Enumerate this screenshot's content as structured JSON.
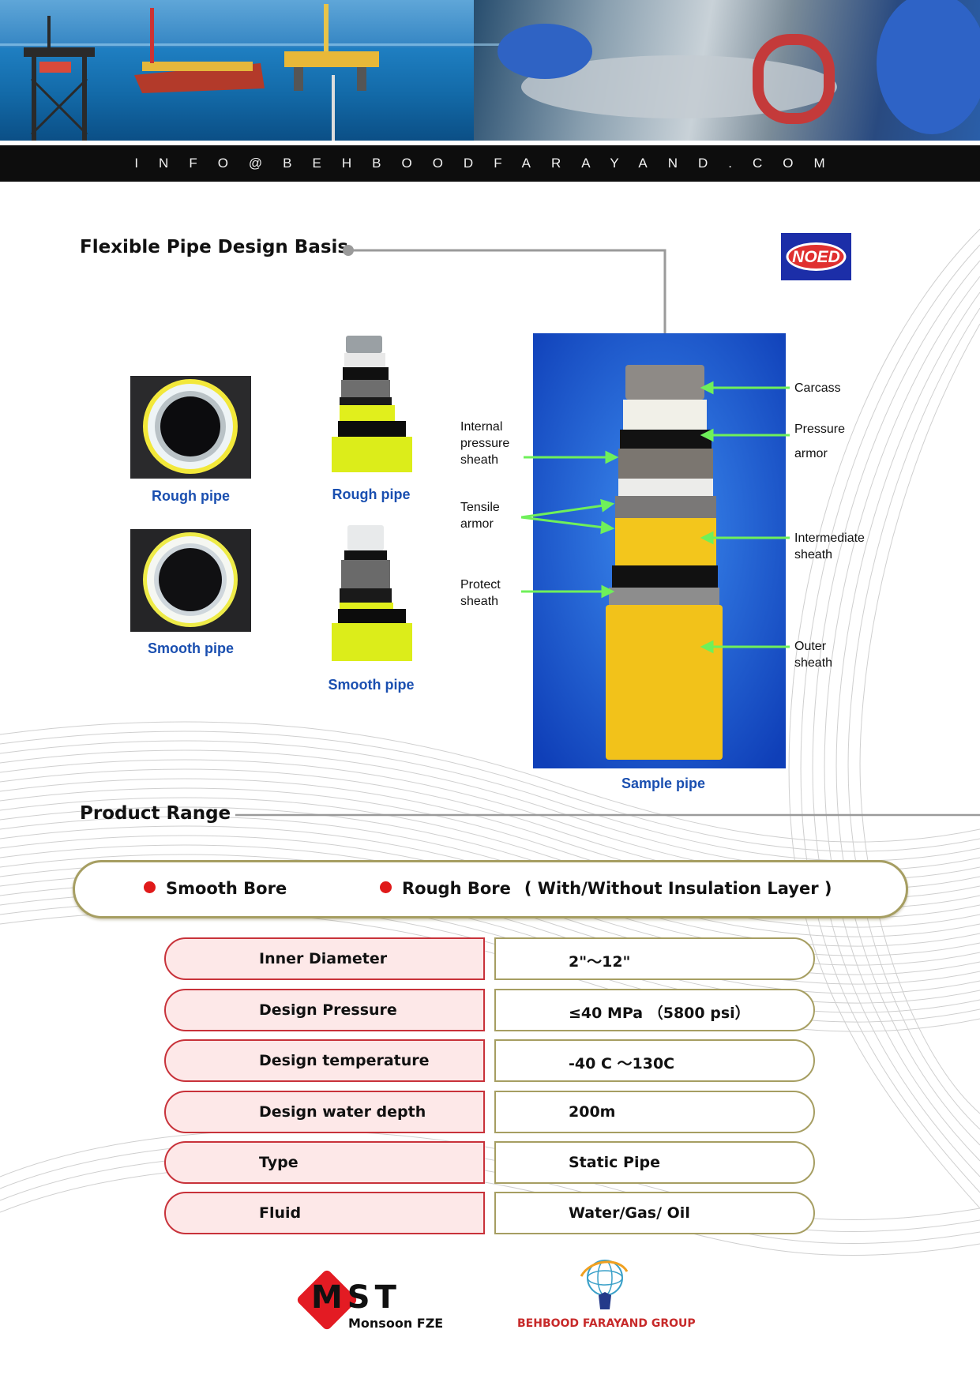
{
  "header": {
    "email": "INFO@BEHBOODFARAYAND.COM"
  },
  "design_basis": {
    "title": "Flexible Pipe Design Basis",
    "logo_text": "NOED",
    "captions": {
      "rough_photo": "Rough pipe",
      "rough_render": "Rough pipe",
      "smooth_photo": "Smooth pipe",
      "smooth_render": "Smooth pipe",
      "sample": "Sample pipe"
    },
    "layer_labels_left": [
      [
        "Internal",
        "pressure",
        "sheath"
      ],
      [
        "Tensile",
        "armor"
      ],
      [
        "Protect",
        "sheath"
      ]
    ],
    "layer_labels_right": {
      "carcass": "Carcass",
      "pressure_1": "Pressure",
      "pressure_2": "armor",
      "intermediate_1": "Intermediate",
      "intermediate_2": "sheath",
      "outer_1": "Outer",
      "outer_2": "sheath"
    }
  },
  "product_range": {
    "title": "Product Range",
    "bore_smooth": "Smooth Bore",
    "bore_rough": "Rough Bore",
    "bore_note": "( With/Without Insulation Layer )",
    "specs": [
      {
        "key": "Inner Diameter",
        "value": "2\"～12\""
      },
      {
        "key": "Design Pressure",
        "value": "≤40  MPa （5800 psi）"
      },
      {
        "key": "Design temperature",
        "value": "-40 C ～130C"
      },
      {
        "key": "Design water depth",
        "value": " 200m"
      },
      {
        "key": "Type",
        "value": "Static Pipe"
      },
      {
        "key": "Fluid",
        "value": "Water/Gas/ Oil"
      }
    ]
  },
  "footer": {
    "mst_letters": "MST",
    "mst_company": "Monsoon FZE",
    "behbood": "BEHBOOD FARAYAND GROUP"
  },
  "colors": {
    "caption_blue": "#1a4fb0",
    "spec_key_border": "#c8323a",
    "spec_val_border": "#a69e62",
    "bullet_red": "#e01a1a",
    "arrow_green": "#6ff05a",
    "sample_bg": "#1b62d6"
  }
}
